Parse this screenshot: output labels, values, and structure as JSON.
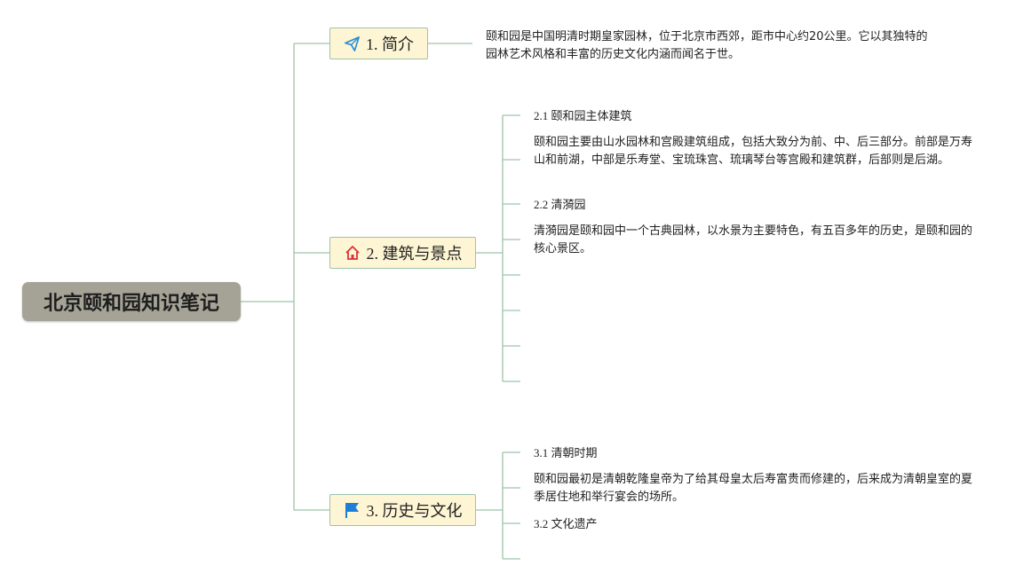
{
  "root": {
    "title": "北京颐和园知识笔记"
  },
  "branches": [
    {
      "label": "1. 简介",
      "icon": "paper-plane-icon",
      "children": [
        {
          "text": "颐和园是中国明清时期皇家园林，位于北京市西郊，距市中心约20公里。它以其独特的园林艺术风格和丰富的历史文化内涵而闻名于世。"
        }
      ]
    },
    {
      "label": "2. 建筑与景点",
      "icon": "house-icon",
      "children": [
        {
          "text": "2.1 颐和园主体建筑"
        },
        {
          "text": "颐和园主要由山水园林和宫殿建筑组成，包括大致分为前、中、后三部分。前部是万寿山和前湖，中部是乐寿堂、宝琉珠宫、琉璃琴台等宫殿和建筑群，后部则是后湖。"
        },
        {
          "text": "2.2 清漪园"
        },
        {
          "text": "清漪园是颐和园中一个古典园林，以水景为主要特色，有五百多年的历史，是颐和园的核心景区。"
        },
        {
          "text": ""
        },
        {
          "text": ""
        },
        {
          "text": ""
        },
        {
          "text": ""
        }
      ]
    },
    {
      "label": "3. 历史与文化",
      "icon": "flag-icon",
      "children": [
        {
          "text": "3.1 清朝时期"
        },
        {
          "text": "颐和园最初是清朝乾隆皇帝为了给其母皇太后寿富贵而修建的，后来成为清朝皇室的夏季居住地和举行宴会的场所。"
        },
        {
          "text": "3.2 文化遗产"
        },
        {
          "text": ""
        }
      ]
    }
  ],
  "colors": {
    "line": "#9ec4a8",
    "root_fill": "#a5a396",
    "branch_fill": "#fdf5d3",
    "plane_icon": "#2b8fd6",
    "house_icon": "#d9343a",
    "flag_icon": "#1f7fd6"
  }
}
